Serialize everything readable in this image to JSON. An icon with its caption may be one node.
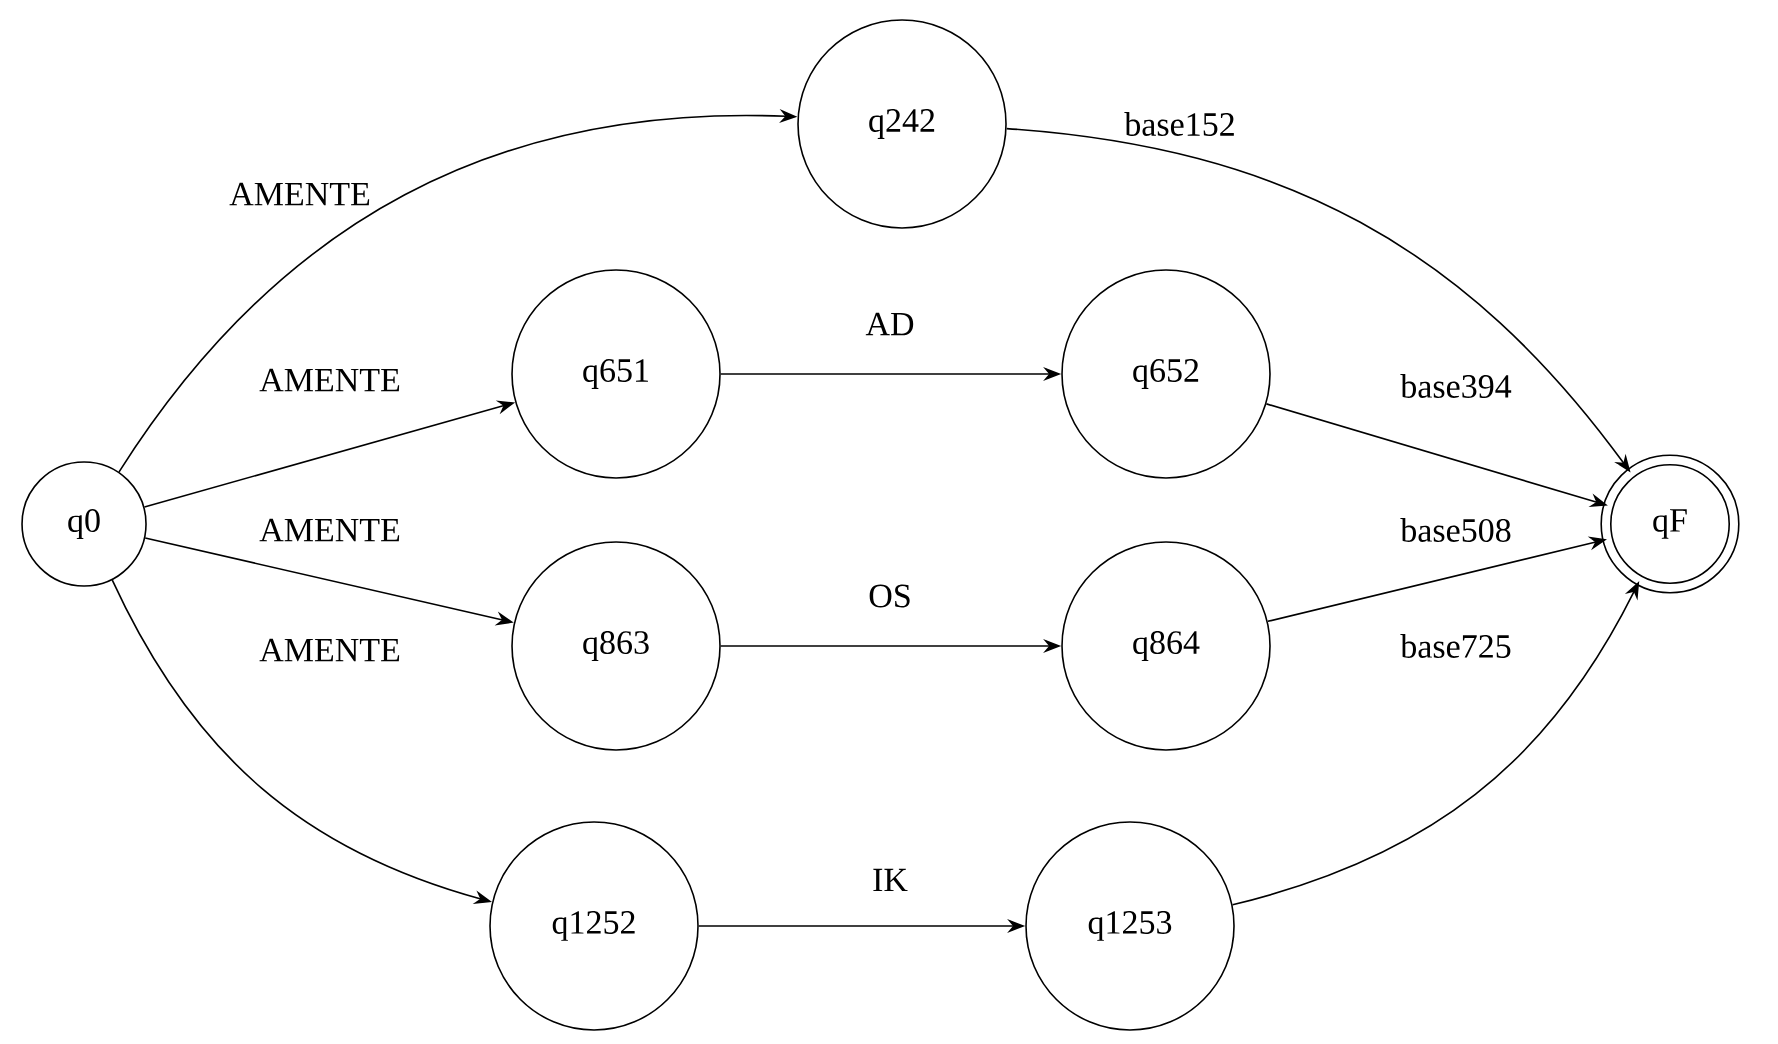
{
  "diagram": {
    "nodes": [
      {
        "text": [
          "q0"
        ]
      },
      {
        "text": [
          "q242"
        ]
      },
      {
        "text": [
          "q651"
        ]
      },
      {
        "text": [
          "q652"
        ]
      },
      {
        "text": [
          "q863"
        ]
      },
      {
        "text": [
          "q864"
        ]
      },
      {
        "text": [
          "q1252"
        ]
      },
      {
        "text": [
          "q1253"
        ]
      },
      {
        "text": [
          "qF"
        ]
      }
    ],
    "edges": [
      {
        "from": 0,
        "to": 1,
        "arrow": "to",
        "label": "AMENTE"
      },
      {
        "from": 0,
        "to": 2,
        "arrow": "to",
        "label": "AMENTE"
      },
      {
        "from": 0,
        "to": 4,
        "arrow": "to",
        "label": "AMENTE"
      },
      {
        "from": 0,
        "to": 6,
        "arrow": "to",
        "label": "AMENTE"
      },
      {
        "from": 2,
        "to": 3,
        "arrow": "to",
        "label": "AD"
      },
      {
        "from": 4,
        "to": 5,
        "arrow": "to",
        "label": "OS"
      },
      {
        "from": 6,
        "to": 7,
        "arrow": "to",
        "label": "IK"
      },
      {
        "from": 1,
        "to": 8,
        "arrow": "to",
        "label": "base152"
      },
      {
        "from": 3,
        "to": 8,
        "arrow": "to",
        "label": "base394"
      },
      {
        "from": 5,
        "to": 8,
        "arrow": "to",
        "label": "base508"
      },
      {
        "from": 7,
        "to": 8,
        "arrow": "to",
        "label": "base725"
      }
    ]
  }
}
